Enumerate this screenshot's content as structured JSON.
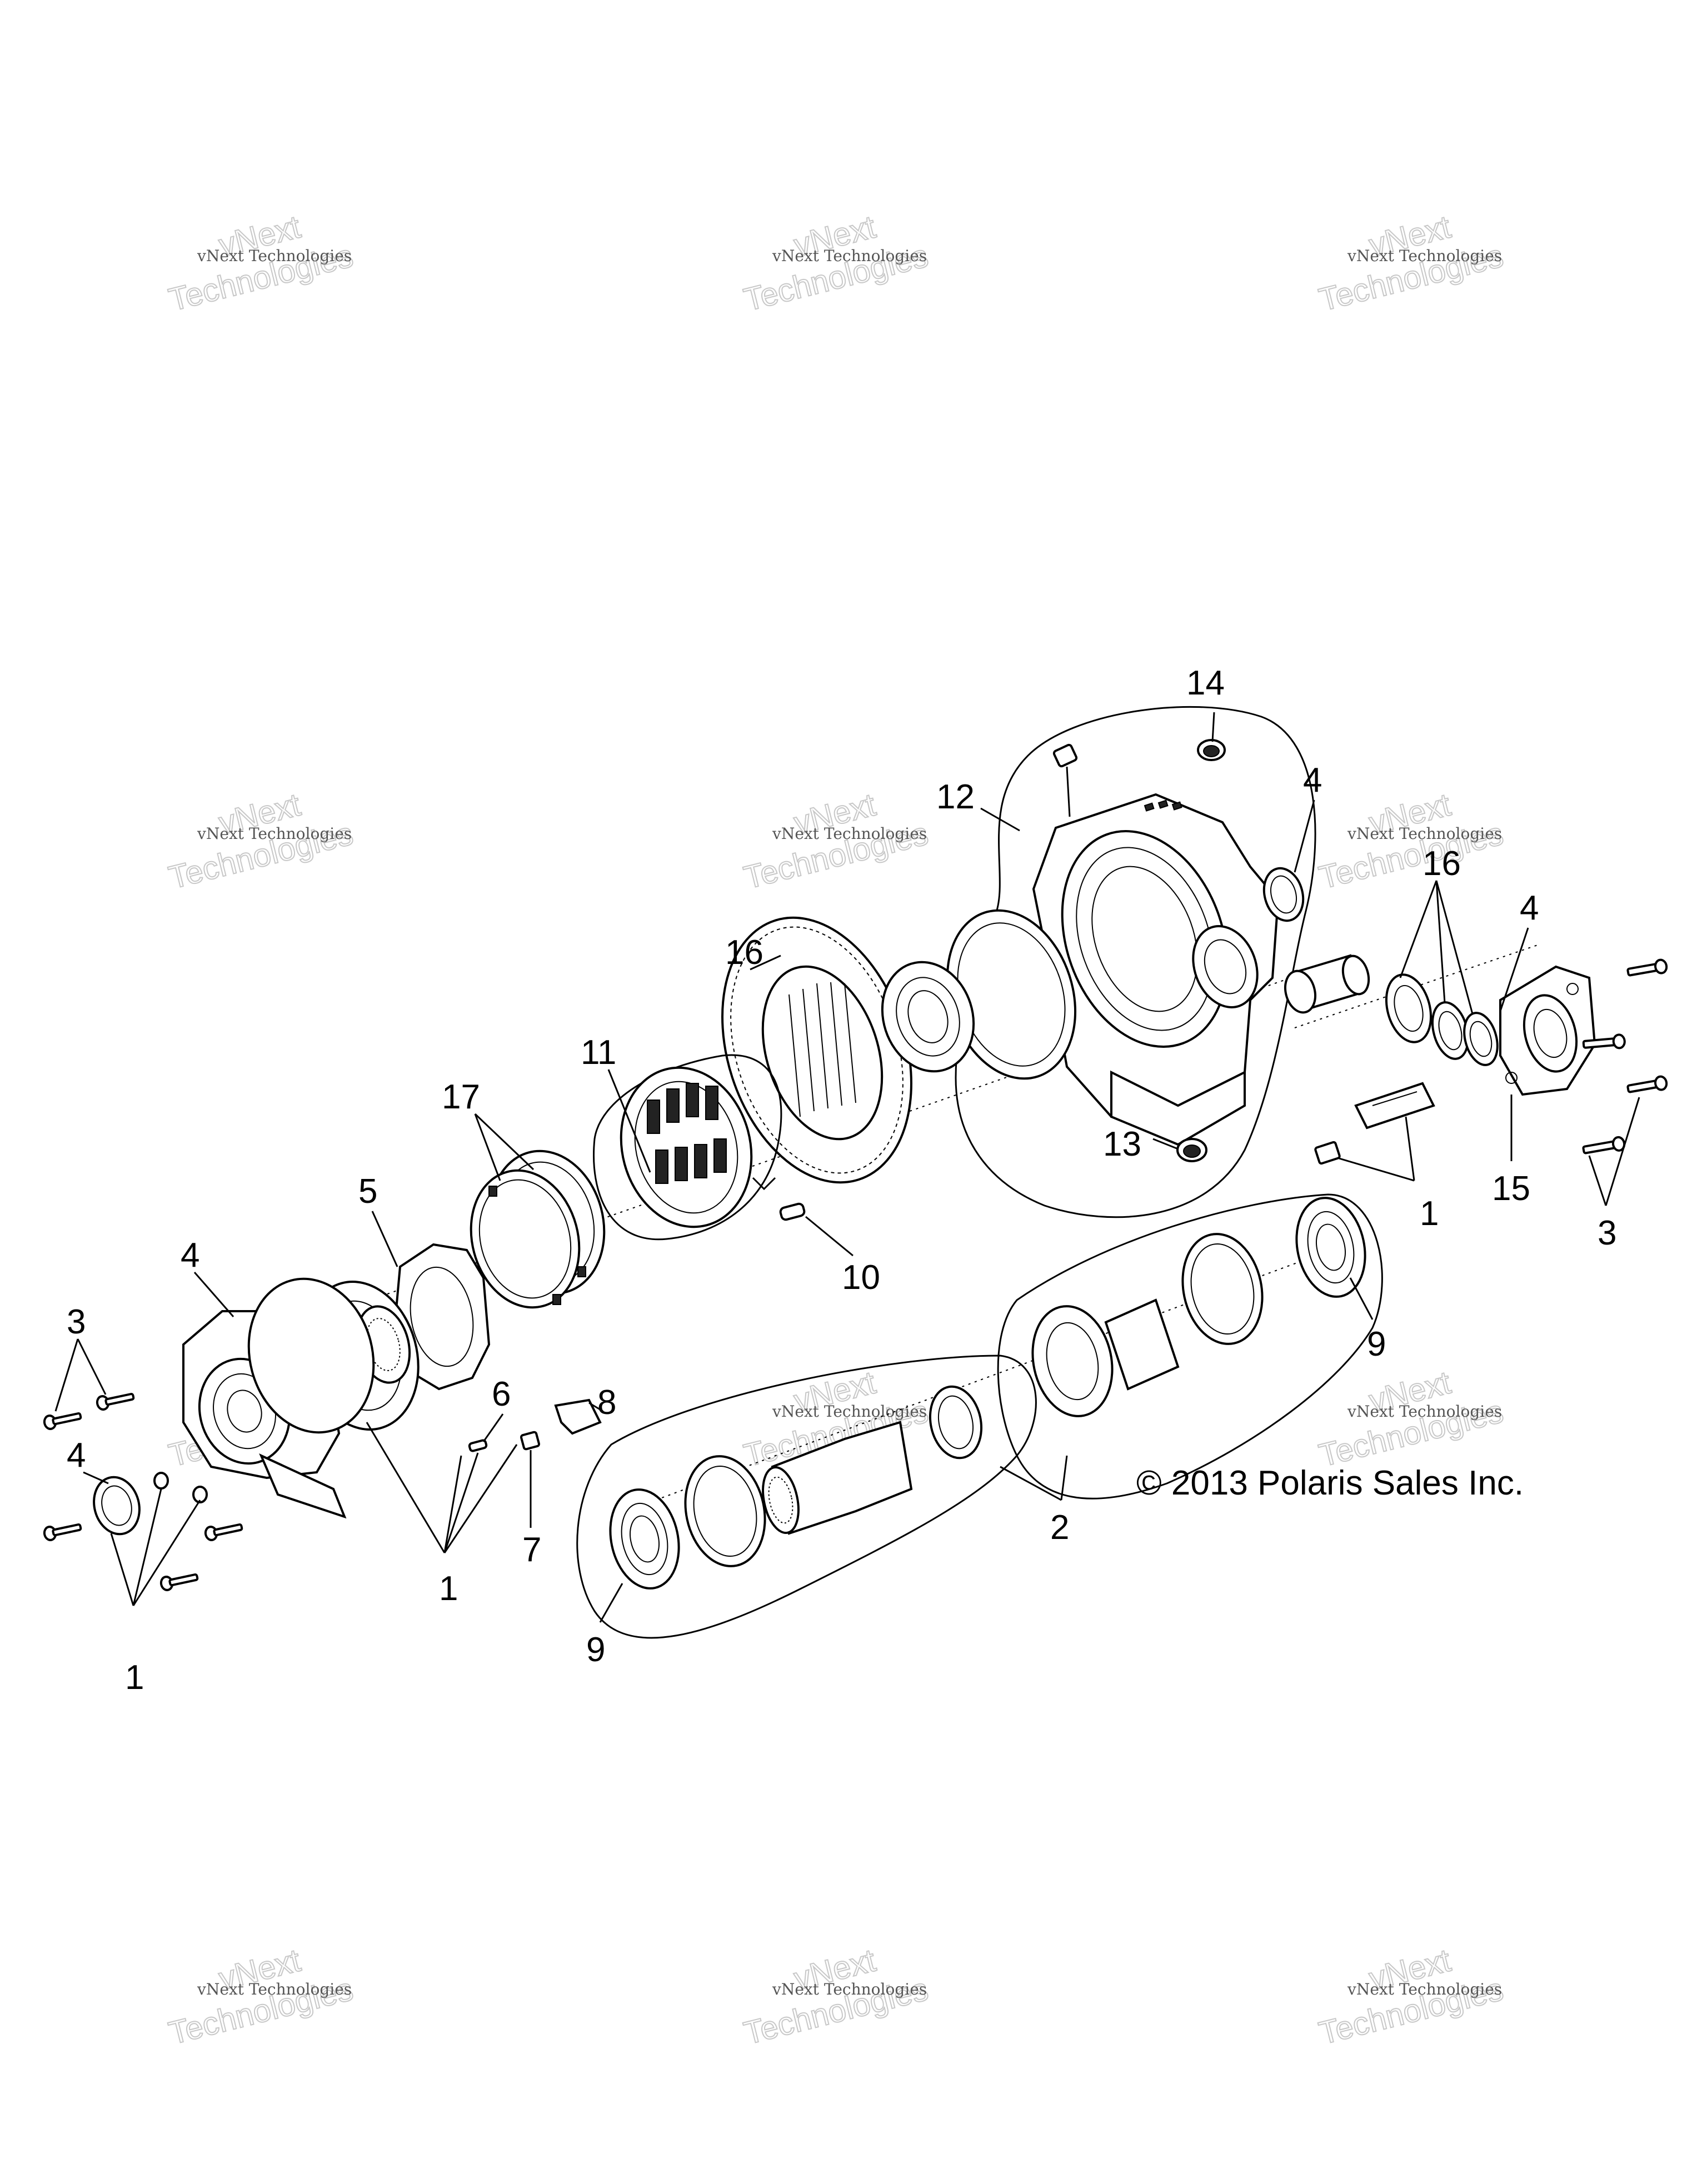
{
  "callouts": {
    "c14": "14",
    "c4_top": "4",
    "c12": "12",
    "c16_right": "16",
    "c4_right": "4",
    "c16_mid": "16",
    "c11": "11",
    "c17": "17",
    "c5": "5",
    "c4_left": "4",
    "c3_left": "3",
    "c4_seal_left": "4",
    "c6": "6",
    "c8": "8",
    "c7": "7",
    "c1_mid": "1",
    "c1_left": "1",
    "c10": "10",
    "c13": "13",
    "c15": "15",
    "c1_right": "1",
    "c3_right": "3",
    "c9_right": "9",
    "c2": "2",
    "c9_left": "9"
  },
  "copyright": "© 2013 Polaris Sales Inc.",
  "watermark": {
    "line_small": "vNext Technologies",
    "line_big_1": "vNext",
    "line_big_2": "Technologies"
  }
}
